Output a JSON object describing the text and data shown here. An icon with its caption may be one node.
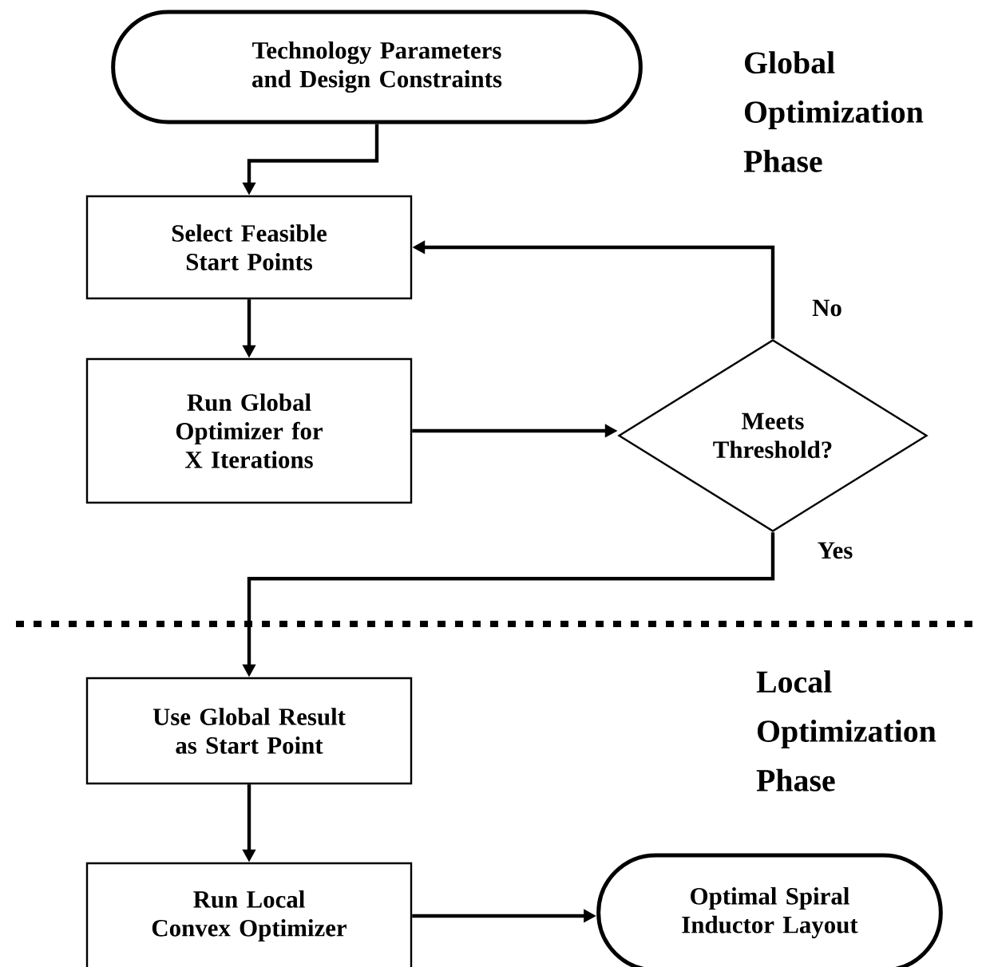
{
  "diagram": {
    "nodes": [
      {
        "text": [
          "Technology Parameters and Design Constraints"
        ]
      },
      {
        "text": [
          "Select Feasible Start Points"
        ]
      },
      {
        "text": [
          "Run Global Optimizer for X Iterations"
        ]
      },
      {
        "text": [
          "Meets Threshold?"
        ]
      },
      {
        "text": [
          "Use Global Result as Start Point"
        ]
      },
      {
        "text": [
          "Run Local Convex Optimizer"
        ]
      },
      {
        "text": [
          "Optimal Spiral Inductor Layout"
        ]
      }
    ],
    "edges": [
      {
        "from": 0,
        "to": 1,
        "arrow": "to"
      },
      {
        "from": 1,
        "to": 2,
        "arrow": "to"
      },
      {
        "from": 2,
        "to": 3,
        "arrow": "to"
      },
      {
        "from": 3,
        "to": 1,
        "arrow": "to",
        "label": "No"
      },
      {
        "from": 3,
        "to": 4,
        "arrow": "to",
        "label": "Yes"
      },
      {
        "from": 4,
        "to": 5,
        "arrow": "to"
      },
      {
        "from": 5,
        "to": 6,
        "arrow": "to"
      }
    ],
    "labels": [
      "Global Optimization Phase",
      "Local Optimization Phase"
    ]
  }
}
